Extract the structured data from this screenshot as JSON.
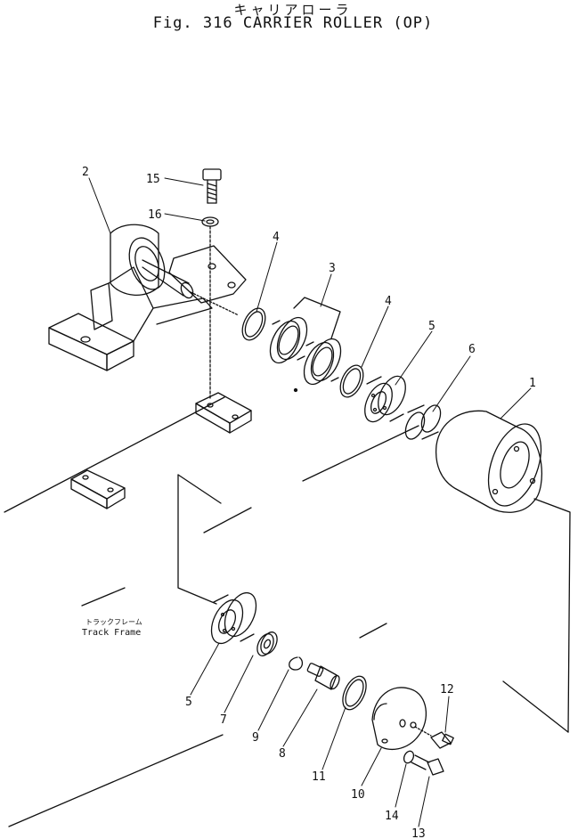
{
  "title": {
    "jp": "キャリアローラ",
    "en": "Fig. 316 CARRIER ROLLER (OP)"
  },
  "frame_label": {
    "jp": "トラックフレーム",
    "en": "Track Frame"
  },
  "callouts": {
    "c1": "1",
    "c2": "2",
    "c3": "3",
    "c4a": "4",
    "c4b": "4",
    "c5a": "5",
    "c5b": "5",
    "c6": "6",
    "c7": "7",
    "c8": "8",
    "c9": "9",
    "c10": "10",
    "c11": "11",
    "c12": "12",
    "c13": "13",
    "c14": "14",
    "c15": "15",
    "c16": "16"
  }
}
